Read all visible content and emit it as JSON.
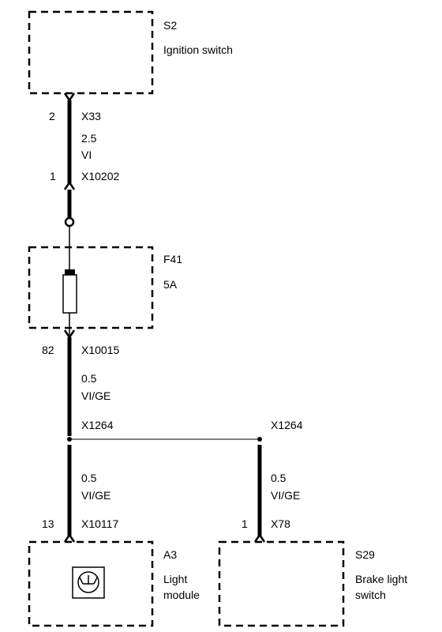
{
  "components": {
    "s2": {
      "id": "S2",
      "name": "Ignition switch"
    },
    "f41": {
      "id": "F41",
      "rating": "5A"
    },
    "a3": {
      "id": "A3",
      "name_line1": "Light",
      "name_line2": "module"
    },
    "s29": {
      "id": "S29",
      "name_line1": "Brake light",
      "name_line2": "switch"
    }
  },
  "wires": {
    "w1": {
      "pin_top": "2",
      "conn_top": "X33",
      "size": "2.5",
      "color": "VI",
      "pin_bottom": "1",
      "conn_bottom": "X10202"
    },
    "w2": {
      "pin_top": "82",
      "conn_top": "X10015",
      "size": "0.5",
      "color": "VI/GE"
    },
    "splice": {
      "left": "X1264",
      "right": "X1264"
    },
    "w3": {
      "size": "0.5",
      "color": "VI/GE",
      "pin_bottom": "13",
      "conn_bottom": "X10117"
    },
    "w4": {
      "size": "0.5",
      "color": "VI/GE",
      "pin_bottom": "1",
      "conn_bottom": "X78"
    }
  },
  "colors": {
    "line": "#000000",
    "background": "#ffffff"
  }
}
